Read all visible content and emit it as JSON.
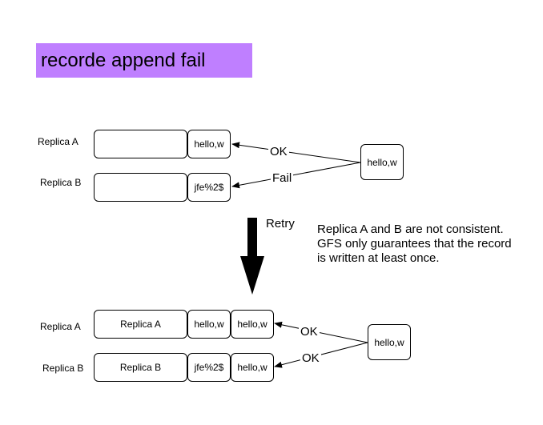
{
  "title": "recorde append fail",
  "before": {
    "replica_a_label": "Replica A",
    "replica_b_label": "Replica B",
    "a_cell2": "hello,w",
    "b_cell2": "jfe%2$",
    "client": "hello,w",
    "edge_ok": "OK",
    "edge_fail": "Fail"
  },
  "retry_label": "Retry",
  "note": "Replica A and B are not consistent. GFS only guarantees that the record is written at least once.",
  "after": {
    "replica_a_label": "Replica A",
    "replica_b_label": "Replica B",
    "a_cell1": "Replica A",
    "a_cell2": "hello,w",
    "a_cell3": "hello,w",
    "b_cell1": "Replica B",
    "b_cell2": "jfe%2$",
    "b_cell3": "hello,w",
    "client": "hello,w",
    "edge_ok_a": "OK",
    "edge_ok_b": "OK"
  }
}
